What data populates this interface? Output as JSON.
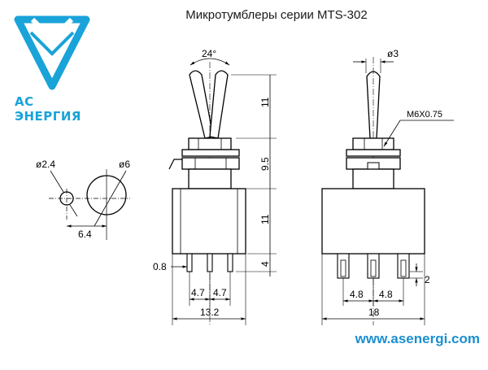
{
  "header": {
    "title": "Микротумблеры серии MTS-302"
  },
  "logo": {
    "text": "АС ЭНЕРГИЯ",
    "color": "#19a3d9",
    "icon": "triangle-logo-icon"
  },
  "footer": {
    "site": "www.asenergi.com",
    "color": "#1b8fd0"
  },
  "drawing": {
    "front": {
      "angle": "24°",
      "dim_lever": "11",
      "dim_bushing": "9.5",
      "dim_body": "11",
      "dim_pin": "4",
      "dim_pin_thick": "0.8",
      "pitch_left": "4.7",
      "pitch_right": "4.7",
      "width": "13.2"
    },
    "side": {
      "lever_dia": "ø3",
      "thread": "M6X0.75",
      "pin_len": "2",
      "pitch_left": "4.8",
      "pitch_right": "4.8",
      "width": "18"
    },
    "cutout": {
      "small_dia": "ø2.4",
      "large_dia": "ø6",
      "spacing": "6.4"
    }
  }
}
